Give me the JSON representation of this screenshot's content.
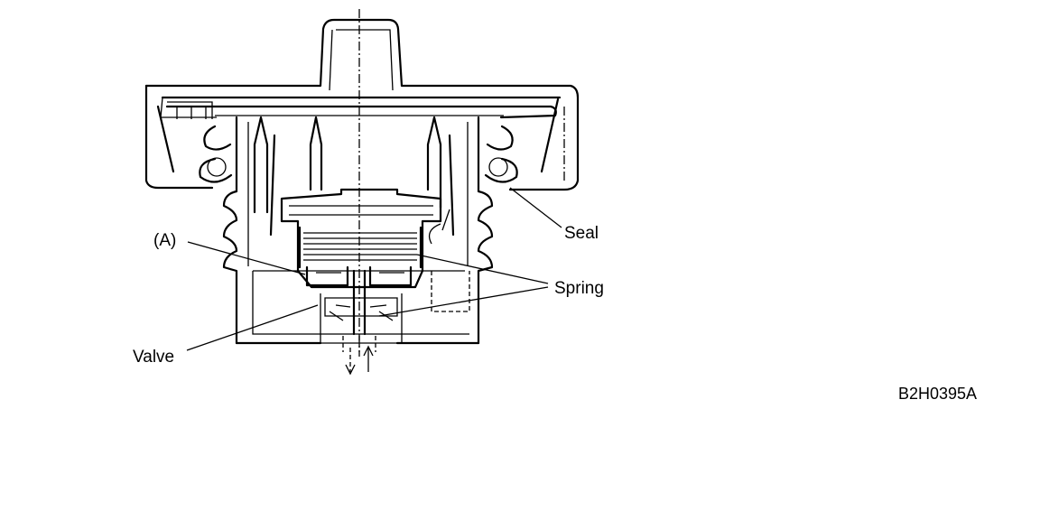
{
  "labels": {
    "seal": "Seal",
    "a": "(A)",
    "spring": "Spring",
    "valve": "Valve"
  },
  "figure_code": "B2H0395A",
  "colors": {
    "ink": "#000000",
    "background": "#ffffff"
  }
}
